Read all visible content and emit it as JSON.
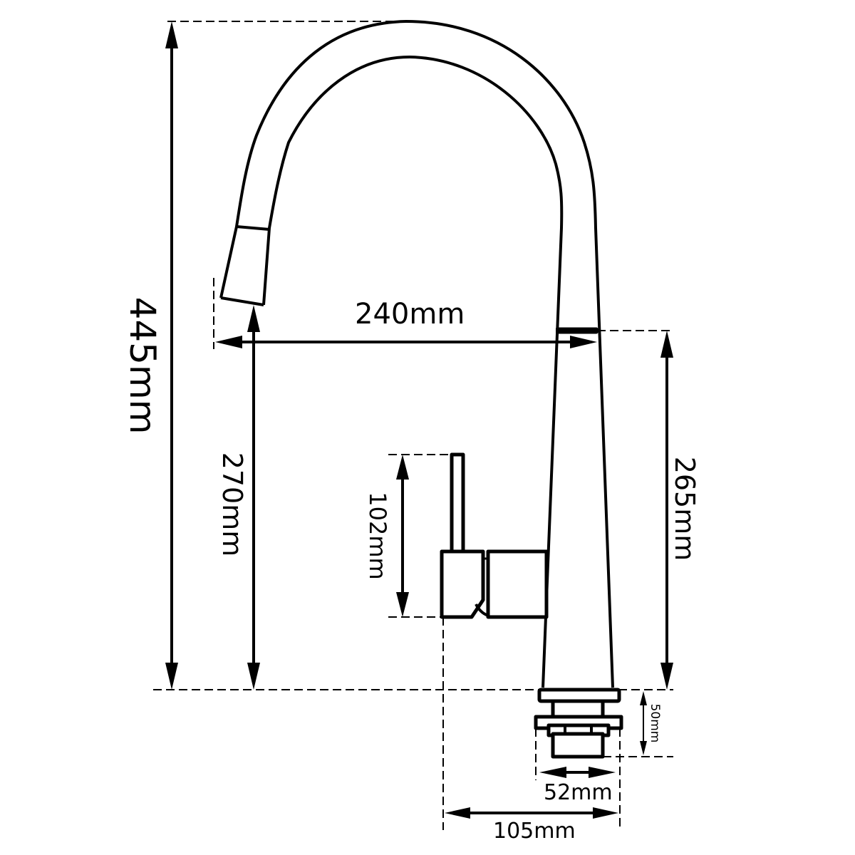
{
  "diagram": {
    "type": "technical-dimension-drawing",
    "subject": "pull-out kitchen faucet",
    "colors": {
      "line": "#000000",
      "background": "#ffffff"
    },
    "dimensions": {
      "total_height": "445mm",
      "spout_reach": "240mm",
      "spout_outlet_height": "270mm",
      "body_height_to_spout": "265mm",
      "lever_height": "102mm",
      "base_shank_height": "50mm",
      "shank_diameter": "52mm",
      "lever_to_base_width": "105mm"
    }
  }
}
